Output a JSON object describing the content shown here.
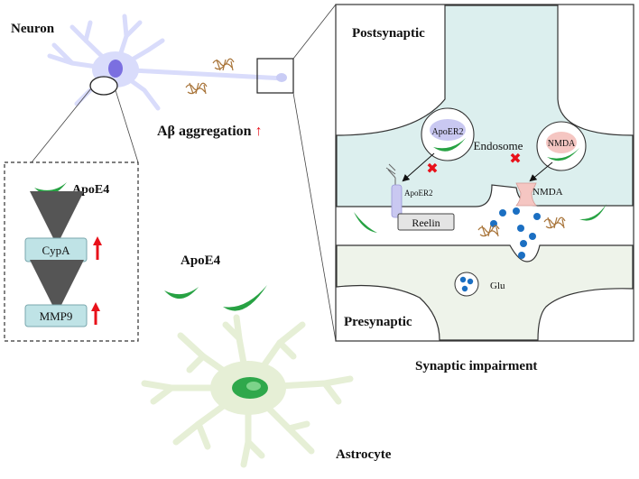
{
  "labels": {
    "neuron": "Neuron",
    "ab_aggregation": "Aβ aggregation",
    "up_arrow": "↑",
    "postsynaptic": "Postsynaptic",
    "presynaptic": "Presynaptic",
    "apoe4_inset": "ApoE4",
    "apoe4_main": "ApoE4",
    "cypa": "CypA",
    "mmp9": "MMP9",
    "apoer2_vesicle": "ApoER2",
    "endosome": "Endosome",
    "nmda_vesicle": "NMDA",
    "apoer2_membrane": "ApoER2",
    "nmda_membrane": "NMDA",
    "reelin": "Reelin",
    "glu": "Glu",
    "astrocyte": "Astrocyte",
    "synaptic_impairment": "Synaptic impairment"
  },
  "colors": {
    "neuron": "#d9dcfb",
    "neuron_nucleus": "#7b6fe0",
    "synapse_fill": "#dcefee",
    "presyn_fill": "#eef3ea",
    "astrocyte": "#e6efd6",
    "astro_nucleus": "#2fa84b",
    "apoe4": "#27a243",
    "red": "#e8111a",
    "box_fill": "#bfe3e6",
    "glu_dot": "#1b6fc2",
    "arrow_gray": "#555555"
  }
}
